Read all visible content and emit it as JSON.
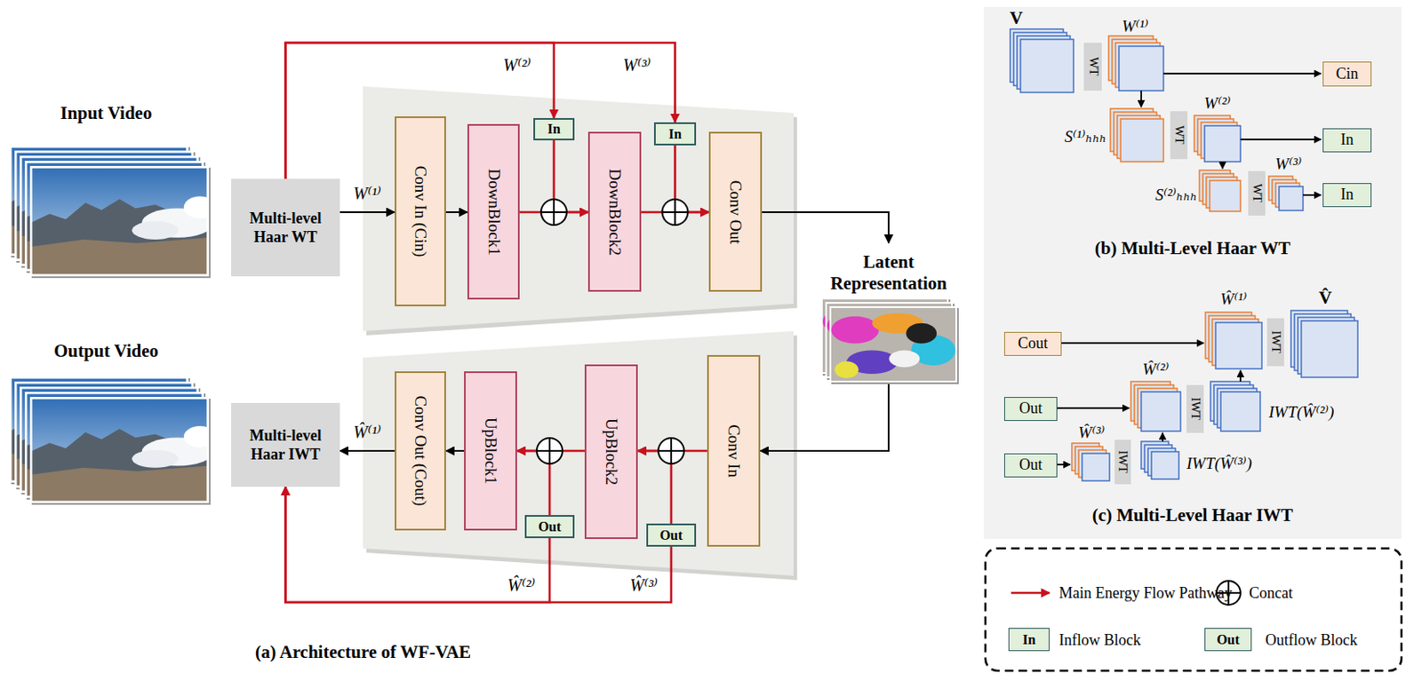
{
  "diagram": {
    "nodes": [
      {
        "text": [
          "Multi-level Haar WT"
        ]
      },
      {
        "text": [
          "Conv In (Cin)"
        ]
      },
      {
        "text": [
          "DownBlock1"
        ]
      },
      {
        "text": [
          "In"
        ]
      },
      {
        "text": [
          "DownBlock2"
        ]
      },
      {
        "text": [
          "In"
        ]
      },
      {
        "text": [
          "Conv Out"
        ]
      },
      {
        "text": [
          "Latent Representation"
        ]
      },
      {
        "text": [
          "Multi-level Haar IWT"
        ]
      },
      {
        "text": [
          "Conv Out (Cout)"
        ]
      },
      {
        "text": [
          "UpBlock1"
        ]
      },
      {
        "text": [
          "Out"
        ]
      },
      {
        "text": [
          "UpBlock2"
        ]
      },
      {
        "text": [
          "Out"
        ]
      },
      {
        "text": [
          "Conv In"
        ]
      },
      {
        "text": [
          "WT"
        ]
      },
      {
        "text": [
          "Cin"
        ]
      },
      {
        "text": [
          "WT"
        ]
      },
      {
        "text": [
          "In"
        ]
      },
      {
        "text": [
          "WT"
        ]
      },
      {
        "text": [
          "In"
        ]
      },
      {
        "text": [
          "Cout"
        ]
      },
      {
        "text": [
          "IWT"
        ]
      },
      {
        "text": [
          "Out"
        ]
      },
      {
        "text": [
          "IWT"
        ]
      },
      {
        "text": [
          "Out"
        ]
      },
      {
        "text": [
          "IWT"
        ]
      }
    ],
    "edges": [
      {
        "from": 0,
        "to": 1,
        "arrow": "to",
        "label": "W⁽¹⁾"
      },
      {
        "from": 1,
        "to": 2,
        "arrow": "to"
      },
      {
        "from": 2,
        "to": 4,
        "arrow": "to"
      },
      {
        "from": 3,
        "to": 4,
        "arrow": "to"
      },
      {
        "from": 0,
        "to": 3,
        "arrow": "to",
        "label": "W⁽²⁾"
      },
      {
        "from": 0,
        "to": 5,
        "arrow": "to",
        "label": "W⁽³⁾"
      },
      {
        "from": 4,
        "to": 6,
        "arrow": "to"
      },
      {
        "from": 5,
        "to": 6,
        "arrow": "to"
      },
      {
        "from": 6,
        "to": 7,
        "arrow": "to"
      },
      {
        "from": 7,
        "to": 14,
        "arrow": "to"
      },
      {
        "from": 14,
        "to": 12,
        "arrow": "to"
      },
      {
        "from": 13,
        "to": 12,
        "arrow": "to"
      },
      {
        "from": 12,
        "to": 10,
        "arrow": "to"
      },
      {
        "from": 11,
        "to": 10,
        "arrow": "to"
      },
      {
        "from": 10,
        "to": 9,
        "arrow": "to"
      },
      {
        "from": 9,
        "to": 8,
        "arrow": "to",
        "label": "Ŵ⁽¹⁾"
      },
      {
        "from": 11,
        "to": 8,
        "arrow": "to",
        "label": "Ŵ⁽²⁾"
      },
      {
        "from": 13,
        "to": 8,
        "arrow": "to",
        "label": "Ŵ⁽³⁾"
      }
    ],
    "labels": [
      "Input Video",
      "Output Video",
      "(a) Architecture of WF-VAE",
      "V",
      "W⁽¹⁾",
      "S⁽¹⁾ₕₕₕ",
      "W⁽²⁾",
      "S⁽²⁾ₕₕₕ",
      "W⁽³⁾",
      "(b) Multi-Level Haar WT",
      "Ŵ⁽¹⁾",
      "V̂",
      "Ŵ⁽²⁾",
      "IWT(Ŵ⁽²⁾)",
      "Ŵ⁽³⁾",
      "IWT(Ŵ⁽³⁾)",
      "(c) Multi-Level Haar IWT",
      "In",
      "Out"
    ],
    "legend": [
      {
        "text": "Main Energy Flow Pathway"
      },
      {
        "text": "Concat"
      },
      {
        "text": "Inflow Block",
        "color": "#e2efda"
      },
      {
        "text": "Outflow Block",
        "color": "#e2efda"
      }
    ]
  }
}
